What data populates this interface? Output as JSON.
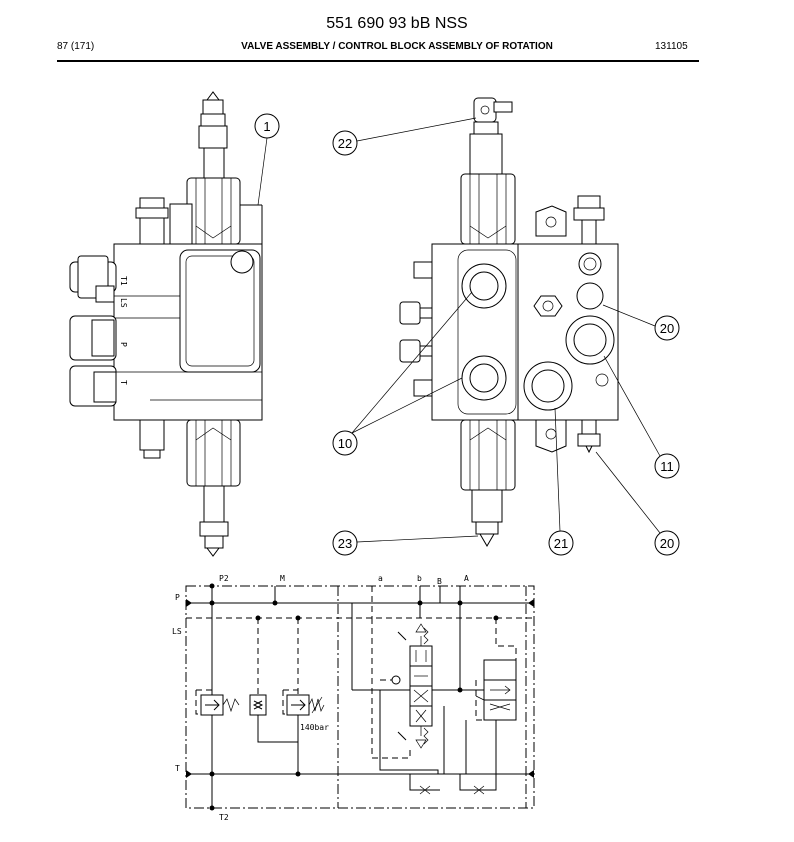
{
  "header": {
    "doc_number": "551 690 93 bB NSS",
    "page": "87 (171)",
    "title": "VALVE ASSEMBLY / CONTROL BLOCK ASSEMBLY OF ROTATION",
    "date_code": "131105"
  },
  "callouts": [
    "1",
    "22",
    "20",
    "10",
    "11",
    "23",
    "21",
    "20"
  ],
  "side_view_ports": [
    "T1",
    "LS",
    "P",
    "T"
  ],
  "schematic": {
    "ports_top": [
      "P2",
      "M",
      "a",
      "b",
      "B",
      "A"
    ],
    "ports_left": [
      "P",
      "LS",
      "T"
    ],
    "port_bottom": "T2",
    "relief_setting": "140bar"
  }
}
